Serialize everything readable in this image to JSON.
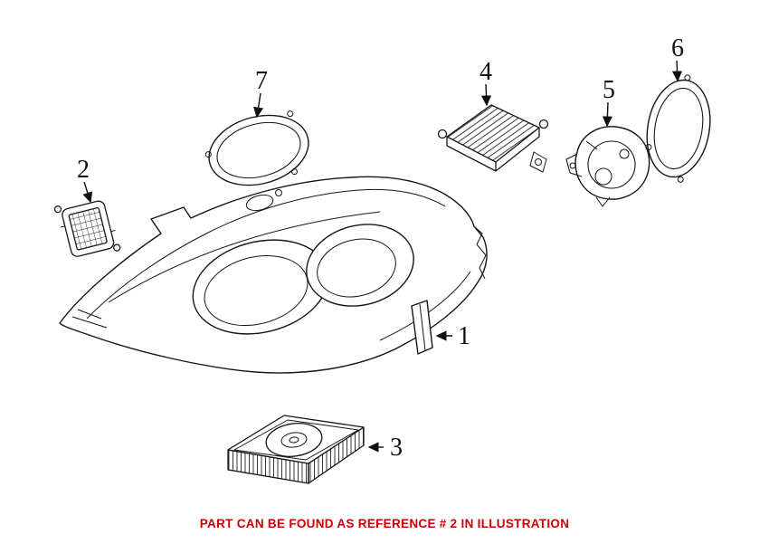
{
  "diagram": {
    "labels": [
      {
        "ref": "1"
      },
      {
        "ref": "2"
      },
      {
        "ref": "3"
      },
      {
        "ref": "4"
      },
      {
        "ref": "5"
      },
      {
        "ref": "6"
      },
      {
        "ref": "7"
      }
    ],
    "caption": {
      "text": "PART CAN BE FOUND AS REFERENCE # 2 IN ILLUSTRATION",
      "color": "#cc0000"
    },
    "line_color": "#161616"
  }
}
